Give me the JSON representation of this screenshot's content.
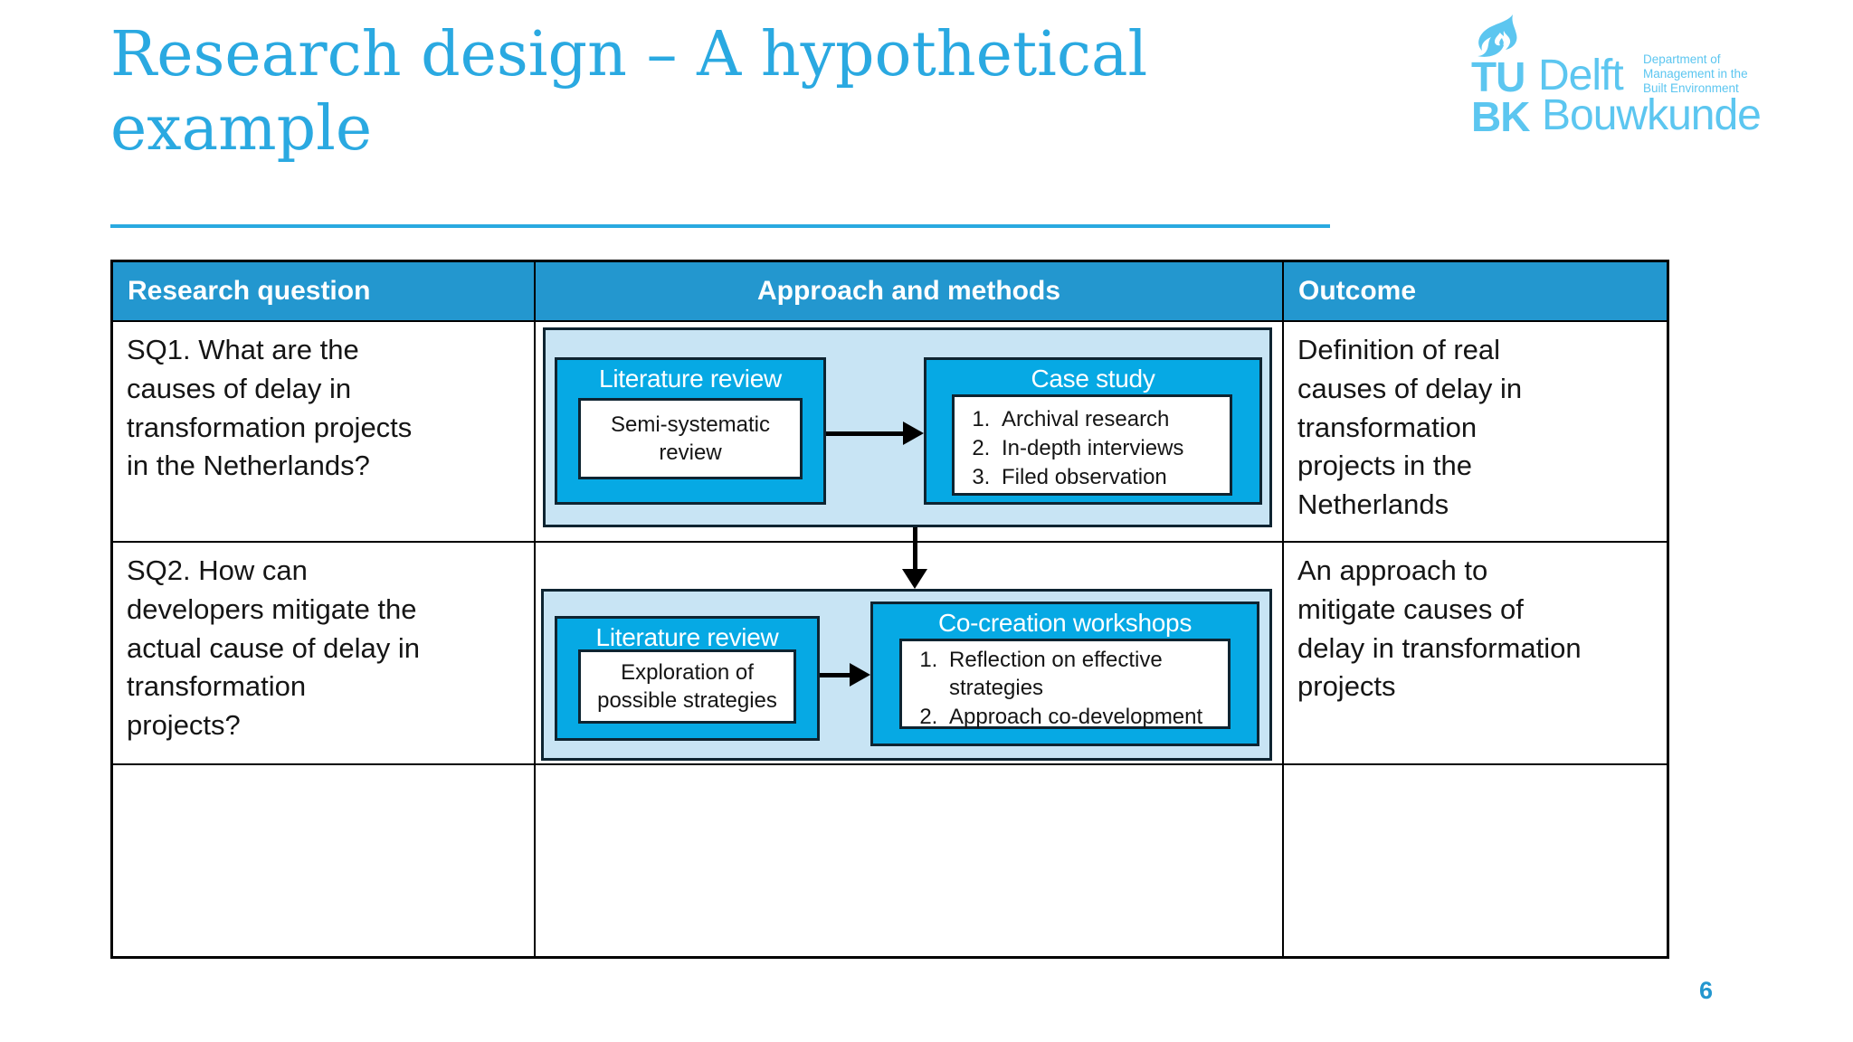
{
  "slide": {
    "title": "Research design – A hypothetical\nexample",
    "page_number": "6"
  },
  "logo": {
    "tu": "TU",
    "delft": "Delft",
    "bk": "BK",
    "bouwkunde": "Bouwkunde",
    "department_lines": [
      "Department of",
      "Management in the",
      "Built Environment"
    ]
  },
  "table": {
    "headers": [
      "Research question",
      "Approach and methods",
      "Outcome"
    ],
    "rows": [
      {
        "question": "SQ1. What are the\ncauses of delay in\ntransformation projects\nin the Netherlands?",
        "outcome": "Definition of real\ncauses of delay in\ntransformation\nprojects in the\nNetherlands"
      },
      {
        "question": "SQ2. How can\ndevelopers mitigate the\nactual cause of delay in\ntransformation\nprojects?",
        "outcome": "An approach to\nmitigate causes of\ndelay in transformation\nprojects"
      },
      {
        "question": "",
        "outcome": ""
      }
    ]
  },
  "flows": [
    {
      "left_title": "Literature review",
      "left_body": "Semi-systematic\nreview",
      "right_title": "Case study",
      "right_items": [
        "Archival research",
        "In-depth interviews",
        "Filed observation"
      ]
    },
    {
      "left_title": "Literature review",
      "left_body": "Exploration of\npossible strategies",
      "right_title": "Co-creation workshops",
      "right_items": [
        "Reflection on effective strategies",
        "Approach co-development"
      ]
    }
  ],
  "colors": {
    "accent_blue": "#2AA9E1",
    "header_blue": "#2397CF",
    "box_blue": "#06A9E4",
    "panel_light_blue": "#C8E4F4",
    "dark_border": "#0E2431",
    "logo_blue": "#5CC6F0"
  }
}
